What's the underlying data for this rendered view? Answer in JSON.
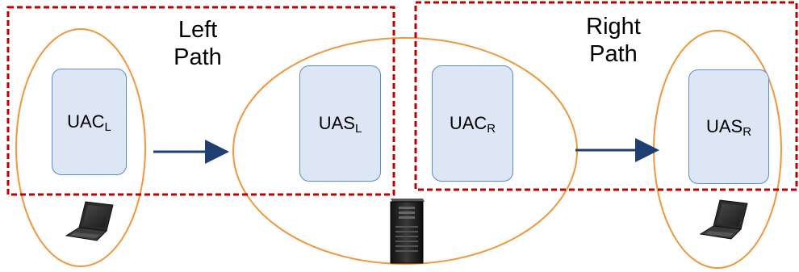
{
  "paths": {
    "left": {
      "line1": "Left",
      "line2": "Path"
    },
    "right": {
      "line1": "Right",
      "line2": "Path"
    }
  },
  "agents": {
    "uac_left": {
      "main": "UAC",
      "sub": "L"
    },
    "uas_left": {
      "main": "UAS",
      "sub": "L"
    },
    "uac_right": {
      "main": "UAC",
      "sub": "R"
    },
    "uas_right": {
      "main": "UAS",
      "sub": "R"
    }
  },
  "colors": {
    "path_border": "#c00000",
    "device_ellipse": "#f0963c",
    "agent_fill": "#dce6f5",
    "agent_border": "#5b8bd0",
    "arrow": "#1f3f73"
  },
  "icons": [
    "laptop-icon",
    "server-tower-icon",
    "laptop-icon"
  ]
}
